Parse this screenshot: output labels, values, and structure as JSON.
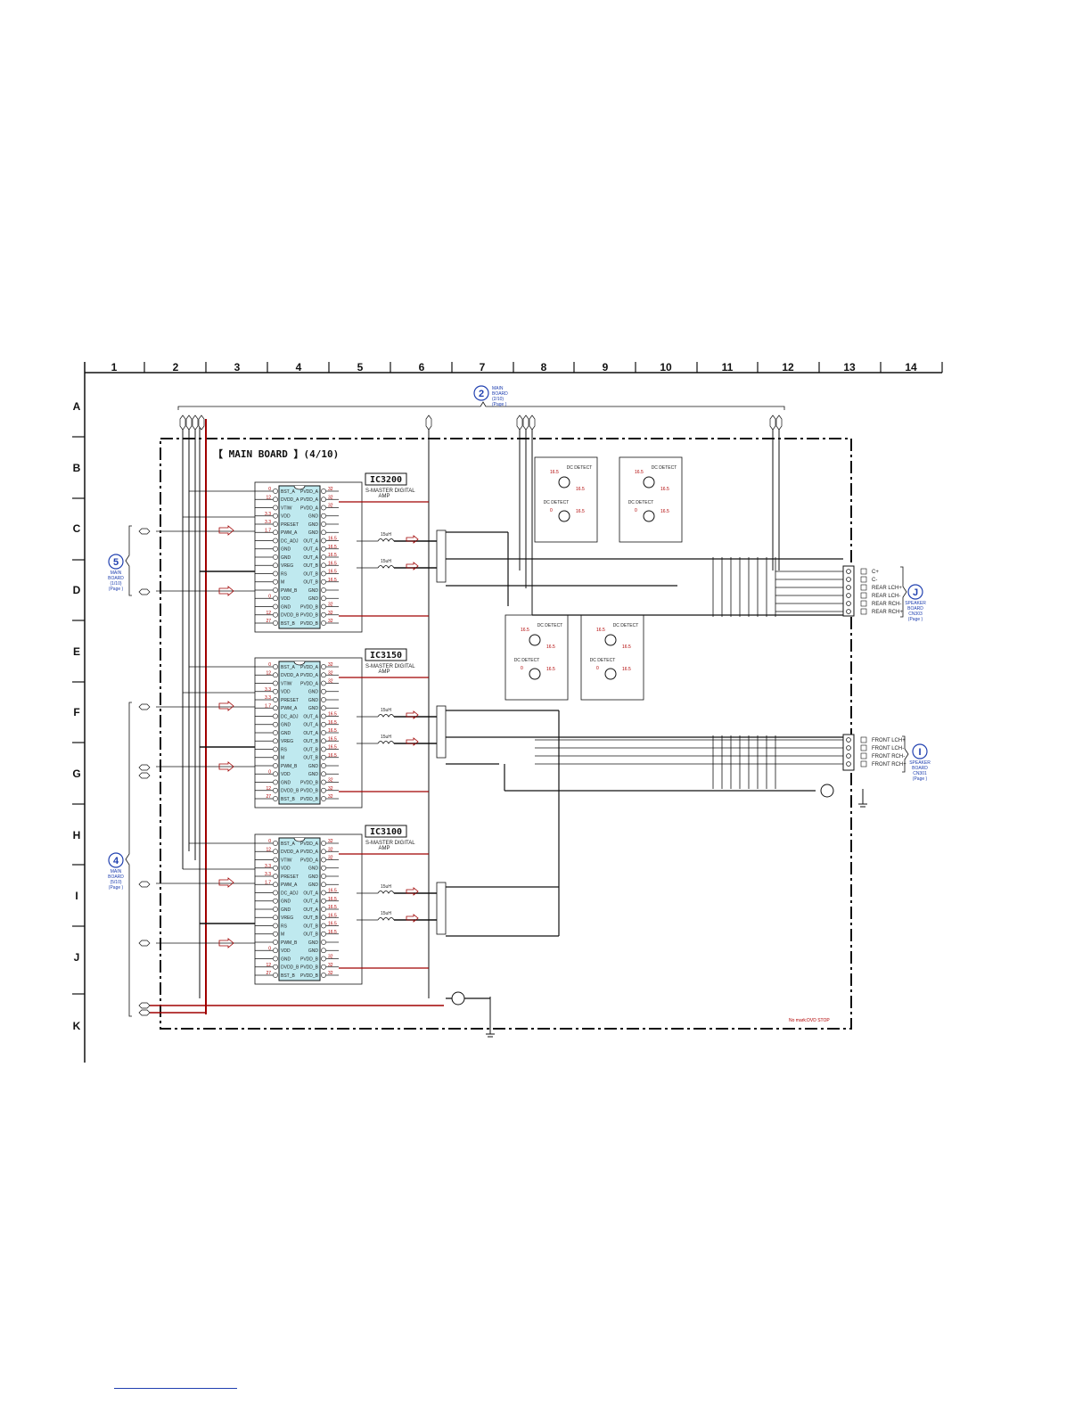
{
  "board": {
    "title": "【 MAIN BOARD 】(4/10)",
    "note": "No mark:DVD STOP"
  },
  "grid": {
    "columns": [
      "1",
      "2",
      "3",
      "4",
      "5",
      "6",
      "7",
      "8",
      "9",
      "10",
      "11",
      "12",
      "13",
      "14"
    ],
    "rows": [
      "A",
      "B",
      "C",
      "D",
      "E",
      "F",
      "G",
      "H",
      "I",
      "J",
      "K"
    ]
  },
  "ics": [
    {
      "ref": "IC3200",
      "desc1": "S-MASTER DIGITAL",
      "desc2": "AMP",
      "left_pins": [
        "BST_A",
        "DVDD_A",
        "VTIW",
        "VDD",
        "PRESET",
        "PWM_A",
        "DC_ADJ",
        "GND",
        "GND",
        "VREG",
        "RS",
        "M",
        "PWM_B",
        "VDD",
        "GND",
        "DVDD_B",
        "BST_B"
      ],
      "right_pins": [
        "PVDD_A",
        "PVDD_A",
        "PVDD_A",
        "GND",
        "GND",
        "GND",
        "OUT_A",
        "OUT_A",
        "OUT_A",
        "OUT_B",
        "OUT_B",
        "OUT_B",
        "GND",
        "GND",
        "PVDD_B",
        "PVDD_B",
        "PVDD_B"
      ],
      "left_volts": [
        "0",
        "12",
        "",
        "3.3",
        "3.3",
        "1.7",
        "",
        "",
        "",
        "",
        "",
        "",
        "",
        "0",
        "",
        "12",
        "27"
      ],
      "right_volts": [
        "32",
        "32",
        "32",
        "",
        "",
        "",
        "16.5",
        "16.5",
        "16.5",
        "16.5",
        "16.5",
        "16.5",
        "",
        "",
        "32",
        "32",
        "32"
      ]
    },
    {
      "ref": "IC3150",
      "desc1": "S-MASTER DIGITAL",
      "desc2": "AMP",
      "left_pins": [
        "BST_A",
        "DVDD_A",
        "VTIW",
        "VDD",
        "PRESET",
        "PWM_A",
        "DC_ADJ",
        "GND",
        "GND",
        "VREG",
        "RS",
        "M",
        "PWM_B",
        "VDD",
        "GND",
        "DVDD_B",
        "BST_B"
      ],
      "right_pins": [
        "PVDD_A",
        "PVDD_A",
        "PVDD_A",
        "GND",
        "GND",
        "GND",
        "OUT_A",
        "OUT_A",
        "OUT_A",
        "OUT_B",
        "OUT_B",
        "OUT_B",
        "GND",
        "GND",
        "PVDD_B",
        "PVDD_B",
        "PVDD_B"
      ],
      "left_volts": [
        "0",
        "12",
        "",
        "3.3",
        "3.3",
        "1.7",
        "",
        "",
        "",
        "",
        "",
        "",
        "",
        "0",
        "",
        "12",
        "27"
      ],
      "right_volts": [
        "32",
        "32",
        "32",
        "",
        "",
        "",
        "16.5",
        "16.5",
        "16.5",
        "16.5",
        "16.5",
        "16.5",
        "",
        "",
        "32",
        "32",
        "32"
      ]
    },
    {
      "ref": "IC3100",
      "desc1": "S-MASTER DIGITAL",
      "desc2": "AMP",
      "left_pins": [
        "BST_A",
        "DVDD_A",
        "VTIW",
        "VDD",
        "PRESET",
        "PWM_A",
        "DC_ADJ",
        "GND",
        "GND",
        "VREG",
        "RS",
        "M",
        "PWM_B",
        "VDD",
        "GND",
        "DVDD_B",
        "BST_B"
      ],
      "right_pins": [
        "PVDD_A",
        "PVDD_A",
        "PVDD_A",
        "GND",
        "GND",
        "GND",
        "OUT_A",
        "OUT_A",
        "OUT_A",
        "OUT_B",
        "OUT_B",
        "OUT_B",
        "GND",
        "GND",
        "PVDD_B",
        "PVDD_B",
        "PVDD_B"
      ],
      "left_volts": [
        "0",
        "12",
        "",
        "3.3",
        "3.3",
        "1.7",
        "",
        "",
        "",
        "",
        "",
        "",
        "",
        "0",
        "",
        "12",
        "27"
      ],
      "right_volts": [
        "32",
        "32",
        "32",
        "",
        "",
        "",
        "16.5",
        "16.5",
        "16.5",
        "16.5",
        "16.5",
        "16.5",
        "",
        "",
        "32",
        "32",
        "32"
      ]
    }
  ],
  "inductor_label": "15uH",
  "dc_detect_label": "DC DETECT",
  "dc_detect_volts": [
    "16.5",
    "16.5",
    "0",
    "16.5"
  ],
  "connectors": [
    {
      "num": "2",
      "name1": "MAIN",
      "name2": "BOARD",
      "name3": "(2/10)",
      "page": "(Page  )"
    },
    {
      "num": "5",
      "name1": "MAIN",
      "name2": "BOARD",
      "name3": "(1/10)",
      "page": "(Page  )"
    },
    {
      "num": "4",
      "name1": "MAIN",
      "name2": "BOARD",
      "name3": "(5/10)",
      "page": "(Page  )"
    },
    {
      "num": "J",
      "name1": "SPEAKER",
      "name2": "BOARD",
      "name3": "CN303",
      "page": "(Page  )"
    },
    {
      "num": "I",
      "name1": "SPEAKER",
      "name2": "BOARD",
      "name3": "CN301",
      "page": "(Page  )"
    }
  ],
  "rear_pins": [
    "C+",
    "C-",
    "REAR LCH+",
    "REAR LCH-",
    "REAR RCH-",
    "REAR RCH+"
  ],
  "front_pins": [
    "FRONT LCH+",
    "FRONT LCH-",
    "FRONT RCH-",
    "FRONT RCH+"
  ],
  "colors": {
    "line": "#111111",
    "signal": "#a00000",
    "ic_fill": "#bfe9ef",
    "accent_blue": "#2040b0"
  }
}
